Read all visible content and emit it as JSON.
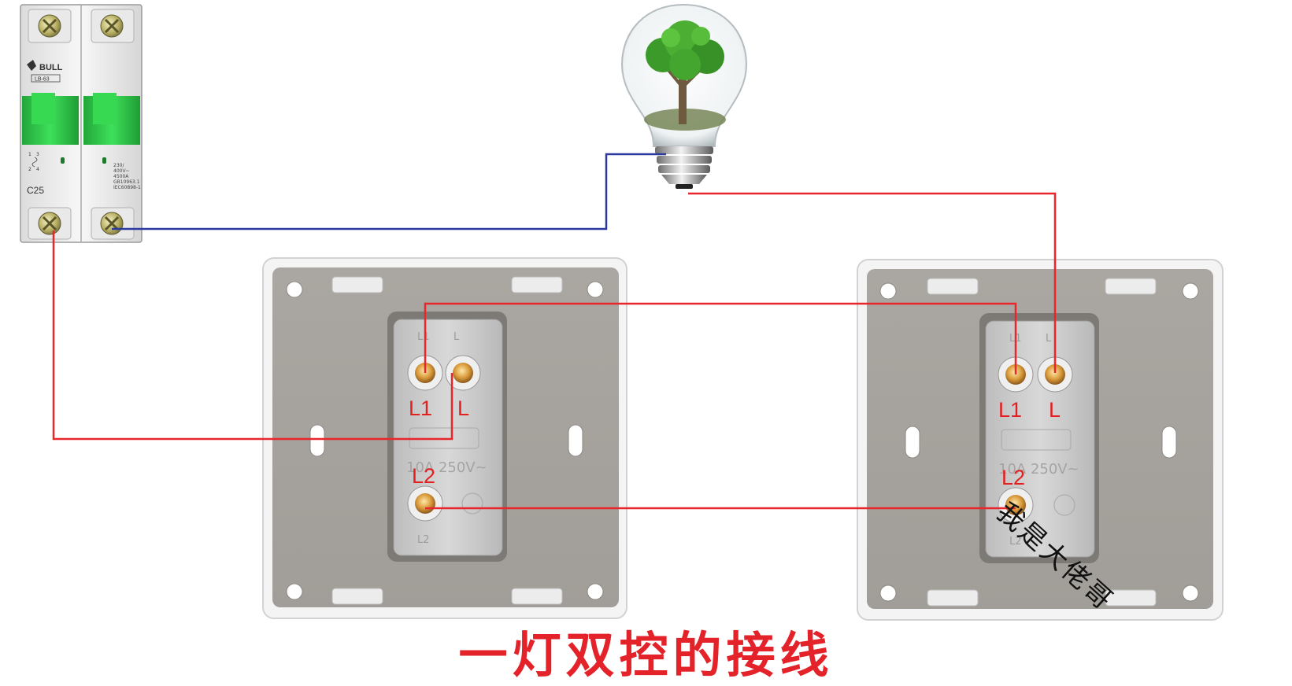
{
  "title": "一灯双控的接线",
  "watermark": "我是大佬哥",
  "breaker": {
    "brand": "BULL",
    "model": "LB-63",
    "rating": "C25",
    "spec_lines": [
      "230/",
      "400V~",
      "4500A",
      "GB10963.1",
      "IEC60898-1"
    ],
    "terminal_marks": [
      "1",
      "3",
      "2",
      "4"
    ]
  },
  "switch_left": {
    "terminals": [
      "L1",
      "L",
      "L2"
    ],
    "molded_text": "10A 250V~",
    "molded_marks": [
      "L1",
      "L",
      "L2"
    ]
  },
  "switch_right": {
    "terminals": [
      "L1",
      "L",
      "L2"
    ],
    "molded_text": "10A 250V~",
    "molded_marks": [
      "L1",
      "L",
      "L2"
    ]
  },
  "colors": {
    "live_wire": "#e8262b",
    "neutral_wire": "#2b3a9e",
    "breaker_lever": "#2fcf4a",
    "panel_gray": "#a8a49f",
    "label_red": "#e32020",
    "title_red": "#e3222a"
  }
}
